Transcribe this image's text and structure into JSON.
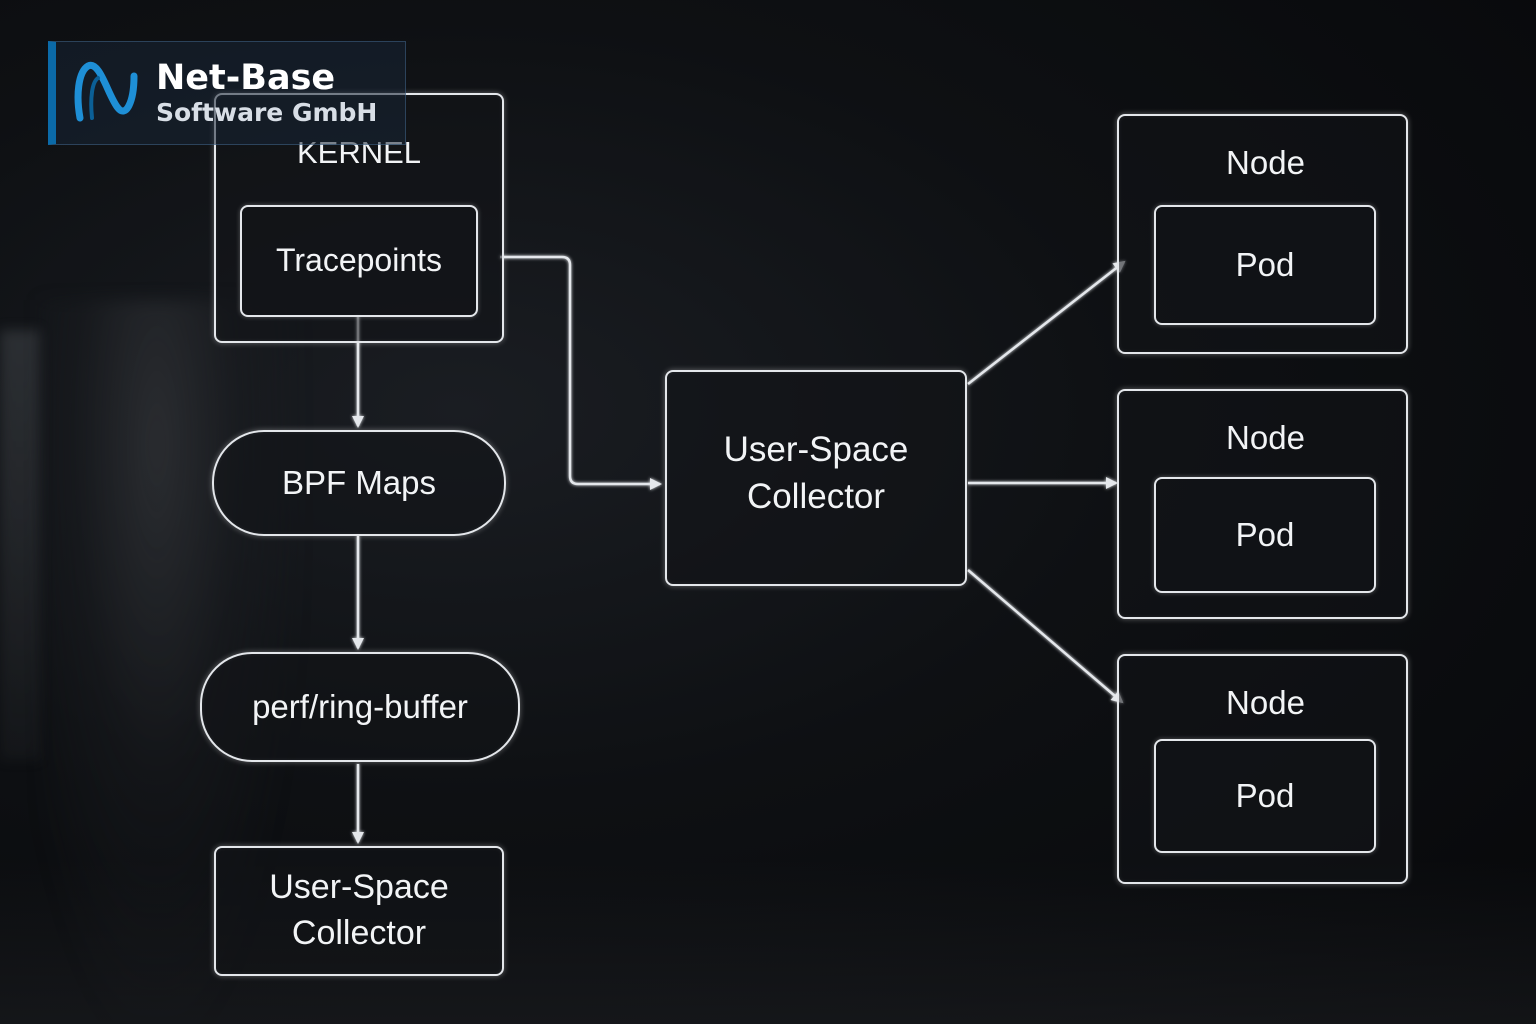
{
  "logo": {
    "name": "Net-Base",
    "subtitle": "Software GmbH",
    "mark_icon": "net-base-logo-icon"
  },
  "kernel": {
    "title": "KERNEL",
    "inner": "Tracepoints"
  },
  "bpf_maps": "BPF Maps",
  "ring_buffer": "perf/ring-buffer",
  "collector_bottom": "User-Space\nCollector",
  "collector_main": "User-Space\nCollector",
  "nodes": [
    {
      "label": "Node",
      "pod": "Pod"
    },
    {
      "label": "Node",
      "pod": "Pod"
    },
    {
      "label": "Node",
      "pod": "Pod"
    }
  ],
  "colors": {
    "stroke": "#e4e7eb",
    "text": "#f2f4f6",
    "logo_accent": "#0b6aa8"
  }
}
